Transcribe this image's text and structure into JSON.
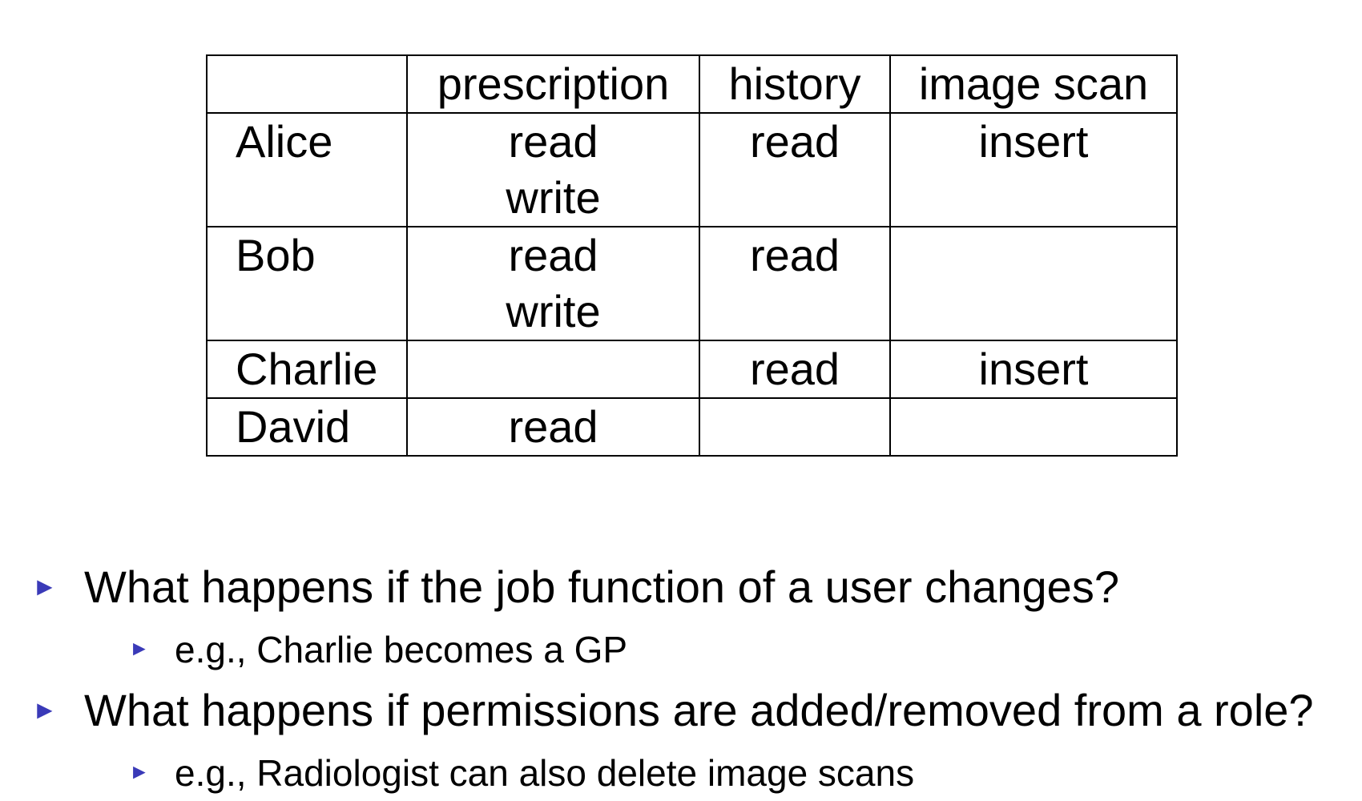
{
  "table": {
    "columns": [
      "",
      "prescription",
      "history",
      "image scan"
    ],
    "rows": [
      {
        "name": "Alice",
        "prescription": [
          "read",
          "write"
        ],
        "history": [
          "read"
        ],
        "image_scan": [
          "insert"
        ]
      },
      {
        "name": "Bob",
        "prescription": [
          "read",
          "write"
        ],
        "history": [
          "read"
        ],
        "image_scan": []
      },
      {
        "name": "Charlie",
        "prescription": [],
        "history": [
          "read"
        ],
        "image_scan": [
          "insert"
        ]
      },
      {
        "name": "David",
        "prescription": [
          "read"
        ],
        "history": [],
        "image_scan": []
      }
    ]
  },
  "bullets": [
    {
      "level": 1,
      "text": "What happens if the job function of a user changes?"
    },
    {
      "level": 2,
      "text": "e.g., Charlie becomes a GP"
    },
    {
      "level": 1,
      "text": "What happens if permissions are added/removed from a role?"
    },
    {
      "level": 2,
      "text": "e.g., Radiologist can also delete image scans"
    }
  ],
  "bullet_marker": "►",
  "colors": {
    "bullet_marker": "#3a3ab8",
    "text": "#000000",
    "grid": "#000000"
  }
}
